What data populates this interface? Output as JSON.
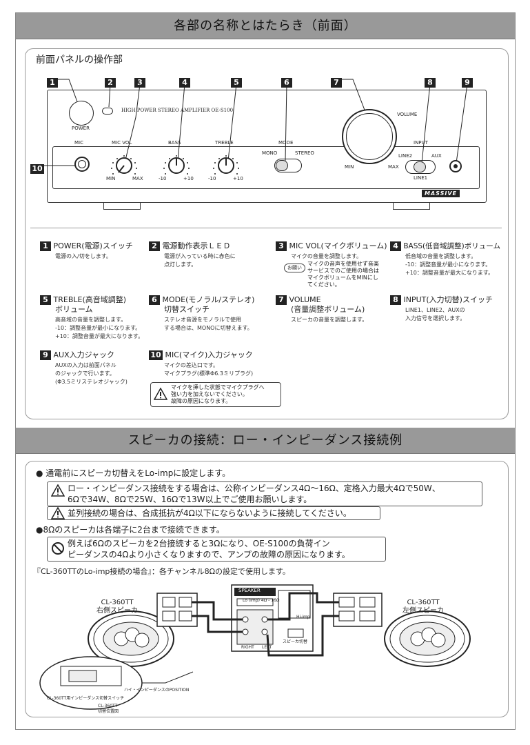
{
  "section1": {
    "title": "各部の名称とはたらき（前面）",
    "subtitle": "前面パネルの操作部"
  },
  "panel": {
    "model": "HIGH POWER STEREO AMPLIFIER  OE-S100",
    "power": "POWER",
    "mic": "MIC",
    "micvol": "MIC VOL",
    "bass": "BASS",
    "treble": "TREBLE",
    "mode": "MODE",
    "mono": "MONO",
    "stereo": "STEREO",
    "volume": "VOLUME",
    "input": "INPUT",
    "line2": "LINE2",
    "aux": "AUX",
    "line1": "LINE1",
    "min": "MIN",
    "max": "MAX",
    "minus10": "-10",
    "plus10": "+10",
    "logo": "MASSIVE",
    "callouts": [
      "1",
      "2",
      "3",
      "4",
      "5",
      "6",
      "7",
      "8",
      "9",
      "10"
    ]
  },
  "descriptions": [
    {
      "num": "1",
      "head": "POWER(電源)スイッチ",
      "body": [
        "電源の入/切をします。"
      ]
    },
    {
      "num": "2",
      "head": "電源動作表示ＬＥＤ",
      "body": [
        "電源が入っている時に赤色に",
        "点灯します。"
      ]
    },
    {
      "num": "3",
      "head": "MIC VOL(マイクボリューム)",
      "body": [
        "マイクの音量を調整します。"
      ],
      "note_tag": "お願い",
      "note": [
        "マイクの音声を使用せず音楽",
        "サービスでのご使用の場合は",
        "マイクボリュームをMINにし",
        "てください。"
      ]
    },
    {
      "num": "4",
      "head": "BASS(低音域調整)ボリューム",
      "body": [
        "低音域の音量を調整します。",
        "-10：調整音量が最小になります。",
        "+10：調整音量が最大になります。"
      ]
    },
    {
      "num": "5",
      "head": "TREBLE(高音域調整)",
      "head2": "ボリューム",
      "body": [
        "高音域の音量を調整します。",
        "-10：調整音量が最小になります。",
        "+10：調整音量が最大になります。"
      ]
    },
    {
      "num": "6",
      "head": "MODE(モノラル/ステレオ)",
      "head2": "切替スイッチ",
      "body": [
        "ステレオ音源をモノラルで使用",
        "する場合は、MONOに切替えます。"
      ]
    },
    {
      "num": "7",
      "head": "VOLUME",
      "head2": "(音量調整ボリューム)",
      "body": [
        "スピーカの音量を調整します。"
      ]
    },
    {
      "num": "8",
      "head": "INPUT(入力切替)スイッチ",
      "body": [
        "LINE1、LINE2、AUXの",
        "入力信号を選択します。"
      ]
    },
    {
      "num": "9",
      "head": "AUX入力ジャック",
      "body": [
        "AUXの入力は前面パネル",
        "のジャックで行います。",
        "(Φ3.5ミリステレオジャック)"
      ]
    },
    {
      "num": "10",
      "head": "MIC(マイク)入力ジャック",
      "body": [
        "マイクの差込口です。",
        "マイクプラグ(標準Φ6.3ミリプラグ)"
      ],
      "warn": [
        "マイクを挿した状態でマイクプラグへ",
        "強い力を加えないでください。",
        "故障の原因になります。"
      ]
    }
  ],
  "section2": {
    "title": "スピーカの接続：ロー・インピーダンス接続例",
    "bullet1": "通電前にスピーカ切替えをLo-impに設定します。",
    "warn1_line1": "ロー・インピーダンス接続をする場合は、公称インピーダンス4Ω〜16Ω、定格入力最大4Ωで50W、",
    "warn1_line2": "6Ωで34W、8Ωで25W、16Ωで13W以上でご使用お願いします。",
    "warn2": "並列接続の場合は、合成抵抗が4Ω以下にならないように接続してください。",
    "bullet2": "8Ωのスピーカは各端子に2台まで接続できます。",
    "prohibit_line1": "例えば6Ωのスピーカを2台接続すると3Ωになり、OE-S100の負荷イン",
    "prohibit_line2": "ピーダンスの4Ωより小さくなりますので、アンプの故障の原因になります。",
    "cl_note": "『CL-360TTのLo-imp接続の場合』：各チャンネル8Ωの設定で使用します。",
    "right_speaker": "CL-360TT",
    "right_speaker2": "右側スピーカ",
    "left_speaker": "CL-360TT",
    "left_speaker2": "左側スピーカ",
    "speaker_label": "SPEAKER",
    "lo_imp": "Lo (Imp)",
    "ohm": "4Ω - 16Ω",
    "right": "RIGHT",
    "left": "LEFT",
    "switch_label": "スピーカ切替",
    "hi_imp": "Hi-imp",
    "detail_label": "CL-360TT用インピーダンス切替スイッチ",
    "detail_label2": "ハイ・インピーダンスのPOSITION",
    "cl_small": "CL-360TT",
    "cl_small2": "切替位置図"
  },
  "colors": {
    "banner": "#999999",
    "ink": "#222222"
  }
}
